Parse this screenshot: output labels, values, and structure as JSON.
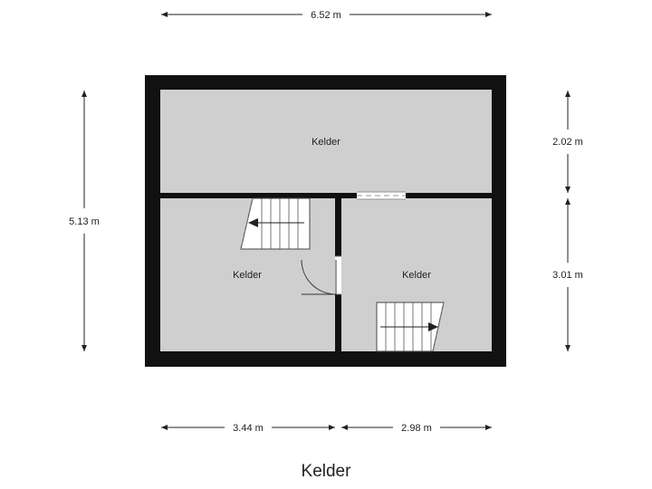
{
  "title": "Kelder",
  "rooms": {
    "top": "Kelder",
    "bottom_left": "Kelder",
    "bottom_right": "Kelder"
  },
  "dimensions": {
    "top_width": "6.52 m",
    "left_height": "5.13 m",
    "right_top": "2.02 m",
    "right_bottom": "3.01 m",
    "bottom_left": "3.44 m",
    "bottom_right": "2.98 m"
  },
  "colors": {
    "wall": "#111111",
    "floor": "#cfcfcf",
    "dimension_line": "#222222"
  }
}
